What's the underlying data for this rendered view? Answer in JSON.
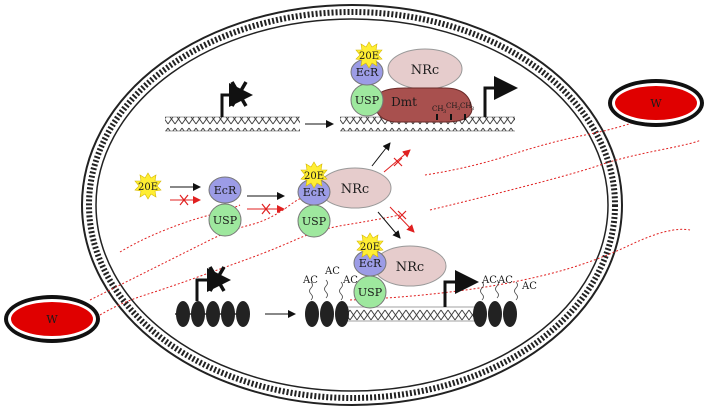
{
  "labels": {
    "ecdysone": "20E",
    "ecr": "EcR",
    "usp": "USP",
    "nrc": "NRc",
    "dmt": "Dmt",
    "ch3": "CH",
    "ch3_sub": "3",
    "acetyl": "AC",
    "wolbachia": "W"
  },
  "colors": {
    "ecr_fill": "#9c9ce6",
    "usp_fill": "#9ee89e",
    "nrc_fill": "#e6cccc",
    "dmt_fill": "#a8504e",
    "ecdysone_fill": "#ffee33",
    "wolbachia_fill": "#e00000",
    "inhibition_red": "#e02020"
  }
}
